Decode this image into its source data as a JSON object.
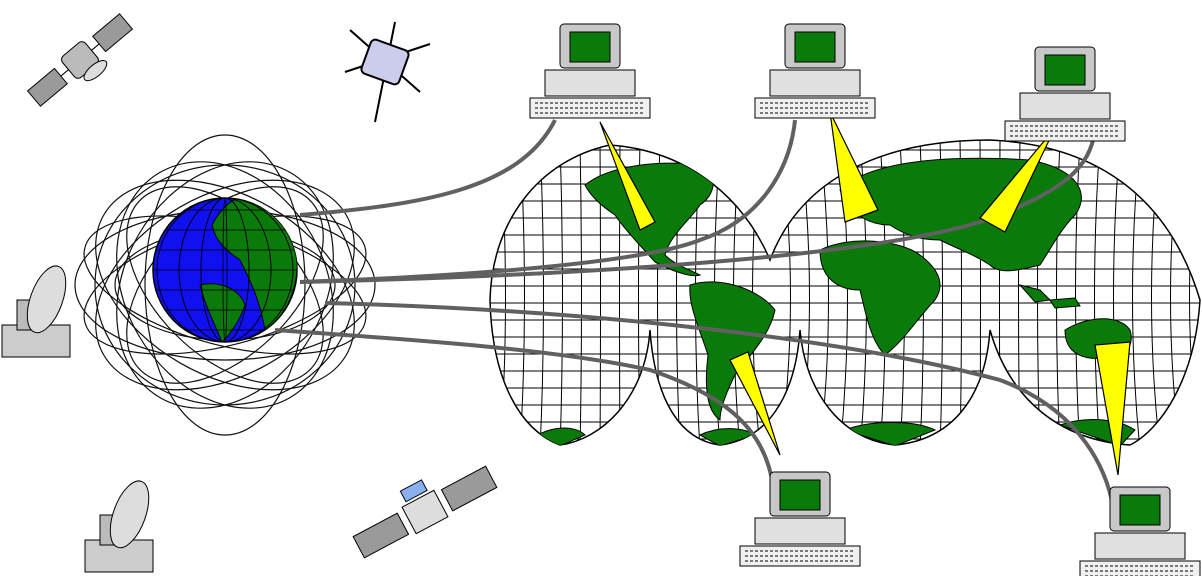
{
  "diagram": {
    "type": "satellite-network-illustration",
    "computers_count": 5,
    "satellites_count": 3,
    "dishes_count": 2
  },
  "colors": {
    "land": "#0a7a0a",
    "ocean_globe": "#1010f0",
    "beam": "#ffff00",
    "cable": "#606060",
    "screen": "#0a7a0a",
    "device_gray": "#c8c8c8"
  }
}
